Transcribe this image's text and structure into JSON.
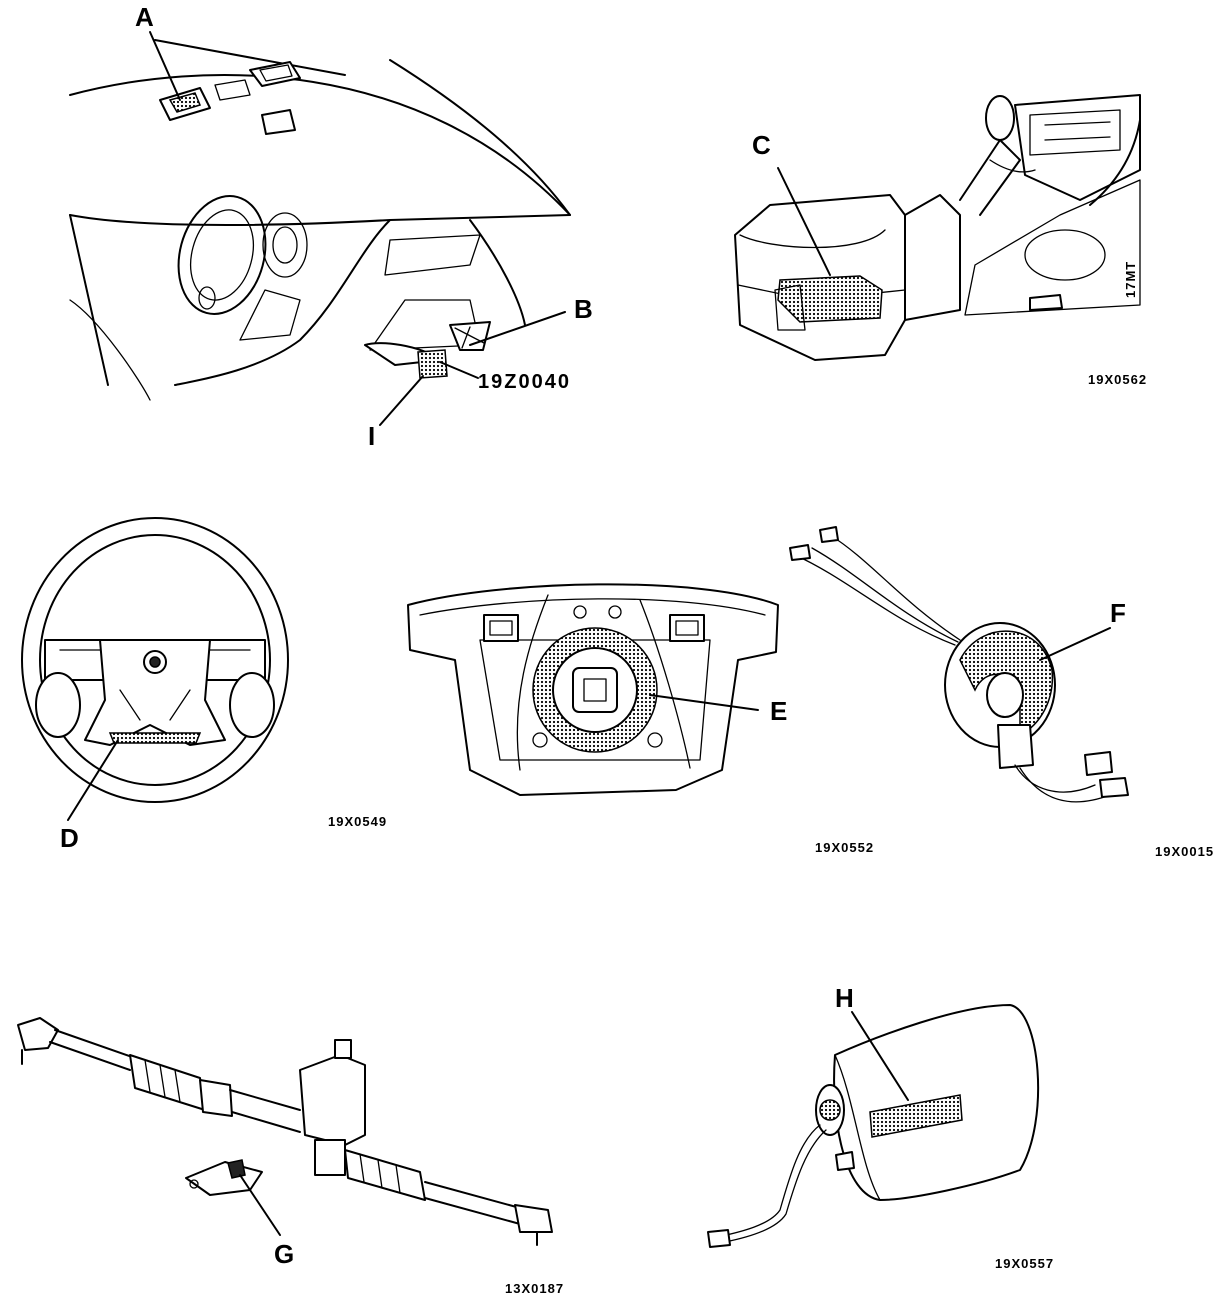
{
  "labels": {
    "A": "A",
    "B": "B",
    "C": "C",
    "D": "D",
    "E": "E",
    "F": "F",
    "G": "G",
    "H": "H",
    "I": "I"
  },
  "codes": {
    "dashboard": "19Z0040",
    "console": "19X0562",
    "console_side": "17MT",
    "wheel": "19X0549",
    "airbag_module": "19X0552",
    "clockspring": "19X0015",
    "steering_rack": "13X0187",
    "passenger_bag": "19X0557"
  },
  "icons": {
    "dashboard": "dashboard-illustration",
    "console": "center-console-illustration",
    "wheel": "steering-wheel-illustration",
    "module": "airbag-module-illustration",
    "clockspring": "rotary-connector-illustration",
    "rack": "steering-rack-illustration",
    "cushion": "passenger-airbag-illustration"
  }
}
